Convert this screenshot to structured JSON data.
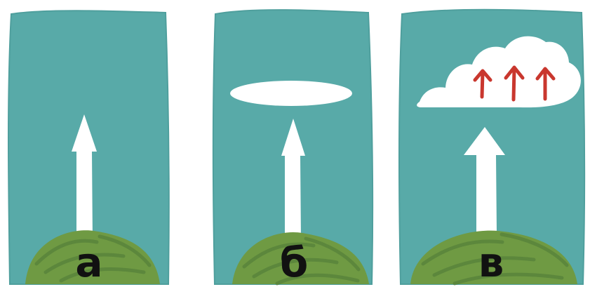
{
  "colors": {
    "sky": "#58aaa8",
    "sky_edge": "#4f9f9d",
    "ground": "#6f9a43",
    "ground_dark": "#55803a",
    "arrow": "#ffffff",
    "cloud": "#ffffff",
    "updraft": "#c9372e",
    "label": "#111111"
  },
  "panels": [
    {
      "label": "а",
      "icon": "rising-air-arrow",
      "cloud": "none"
    },
    {
      "label": "б",
      "icon": "rising-air-arrow",
      "cloud": "flat-cloud"
    },
    {
      "label": "в",
      "icon": "rising-air-arrow",
      "cloud": "cumulus-cloud-with-updrafts"
    }
  ]
}
